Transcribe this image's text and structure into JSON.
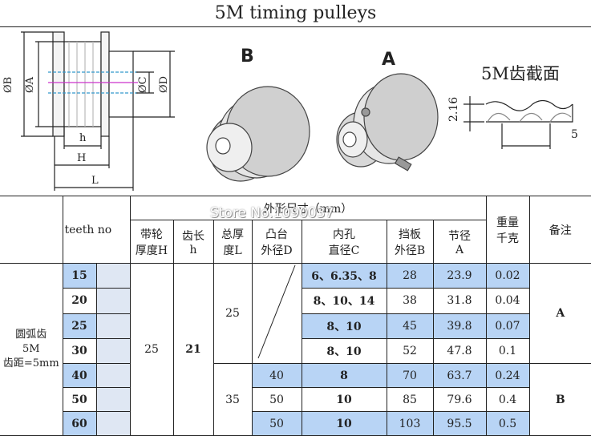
{
  "title": "5M timing pulleys",
  "drawing": {
    "label_b": "B",
    "label_a": "A",
    "profile_title": "5M齿截面",
    "dims": {
      "dim_b": "ØB",
      "dim_a": "ØA",
      "dim_c": "ØC",
      "dim_d": "ØD",
      "dim_h_small": "h",
      "dim_h_big": "H",
      "dim_l": "L",
      "profile_depth": "2.16",
      "profile_pitch": "5"
    }
  },
  "watermark": "Store No.1090037",
  "table": {
    "group_header": "外形尺寸（mm）",
    "teeth_header": "teeth no",
    "columns": {
      "belt_width": "带轮\n厚度H",
      "tooth_len": "齿长\nh",
      "total_len": "总厚\n度L",
      "boss_dia": "凸台\n外径D",
      "bore": "内孔\n直径C",
      "flange": "挡板\n外径B",
      "pitch": "节径\nA",
      "weight": "重量\n千克",
      "note": "备注"
    },
    "type_label_1": "圆弧齿",
    "type_label_2": "5M",
    "type_label_3": "齿距=5mm",
    "belt_width_value": "25",
    "tooth_len_value": "21",
    "total_len_a": "25",
    "total_len_b": "35",
    "note_a": "A",
    "note_b": "B",
    "rows": [
      {
        "teeth": "15",
        "boss": "",
        "bore": "6、6.35、8",
        "flange": "28",
        "pitch": "23.9",
        "weight": "0.02"
      },
      {
        "teeth": "20",
        "boss": "",
        "bore": "8、10、14",
        "flange": "38",
        "pitch": "31.8",
        "weight": "0.04"
      },
      {
        "teeth": "25",
        "boss": "",
        "bore": "8、10",
        "flange": "45",
        "pitch": "39.8",
        "weight": "0.07"
      },
      {
        "teeth": "30",
        "boss": "",
        "bore": "8、10",
        "flange": "52",
        "pitch": "47.8",
        "weight": "0.1"
      },
      {
        "teeth": "40",
        "boss": "40",
        "bore": "8",
        "flange": "70",
        "pitch": "63.7",
        "weight": "0.24"
      },
      {
        "teeth": "50",
        "boss": "50",
        "bore": "10",
        "flange": "85",
        "pitch": "79.6",
        "weight": "0.4"
      },
      {
        "teeth": "60",
        "boss": "50",
        "bore": "10",
        "flange": "103",
        "pitch": "95.5",
        "weight": "0.5"
      }
    ]
  }
}
